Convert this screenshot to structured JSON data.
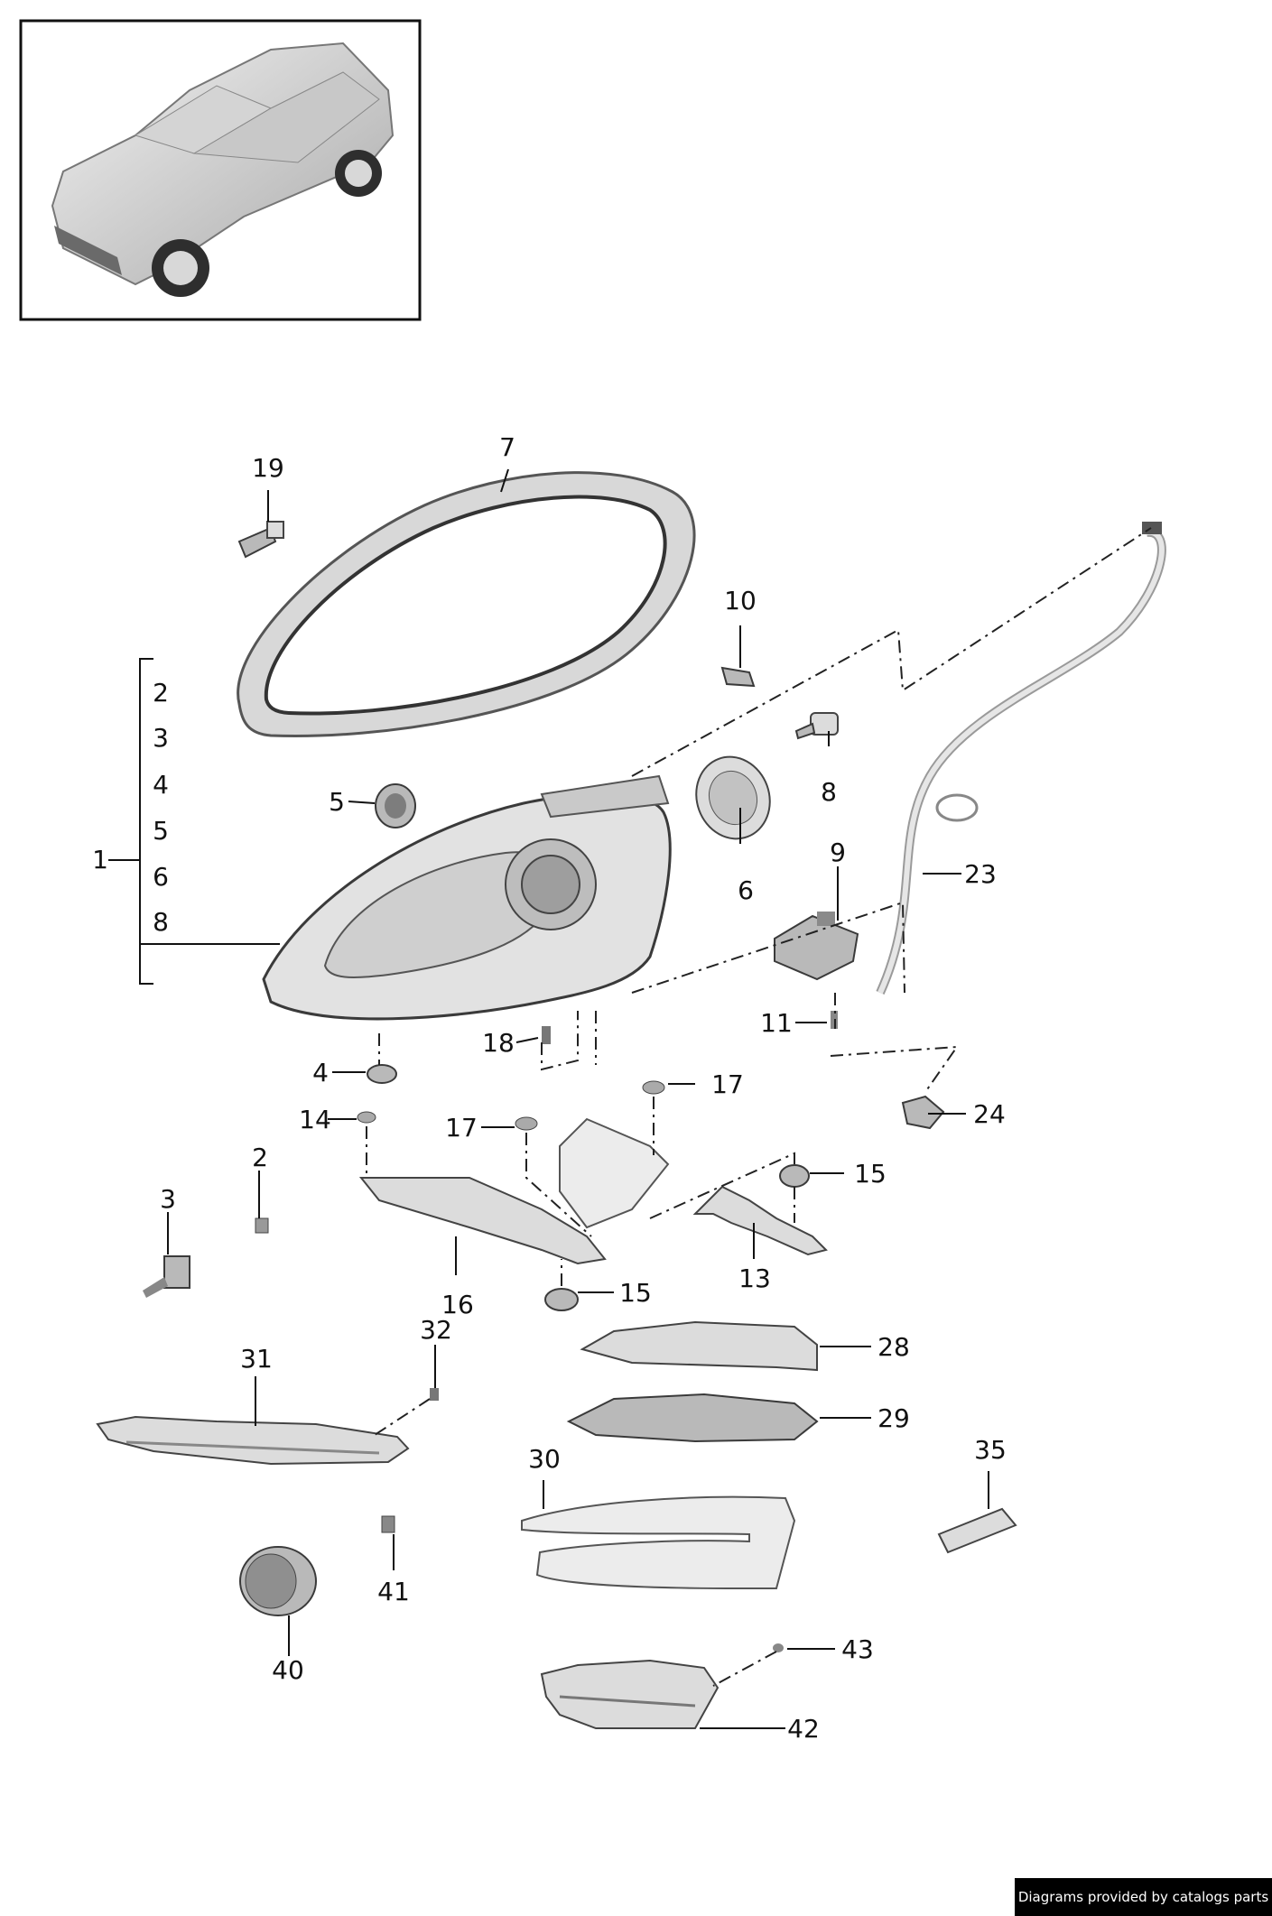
{
  "labels": {
    "p1": "1",
    "p2a": "2",
    "p3a": "3",
    "p4a": "4",
    "p5a": "5",
    "p6a": "6",
    "p8a": "8",
    "p2": "2",
    "p3": "3",
    "p4": "4",
    "p5": "5",
    "p6": "6",
    "p7": "7",
    "p8": "8",
    "p9": "9",
    "p10": "10",
    "p11": "11",
    "p13": "13",
    "p14": "14",
    "p15a": "15",
    "p15b": "15",
    "p16": "16",
    "p17a": "17",
    "p17b": "17",
    "p18": "18",
    "p19": "19",
    "p23": "23",
    "p24": "24",
    "p28": "28",
    "p29": "29",
    "p30": "30",
    "p31": "31",
    "p32": "32",
    "p35": "35",
    "p40": "40",
    "p41": "41",
    "p42": "42",
    "p43": "43"
  },
  "footer": {
    "credit": "Diagrams provided by catalogs parts"
  }
}
